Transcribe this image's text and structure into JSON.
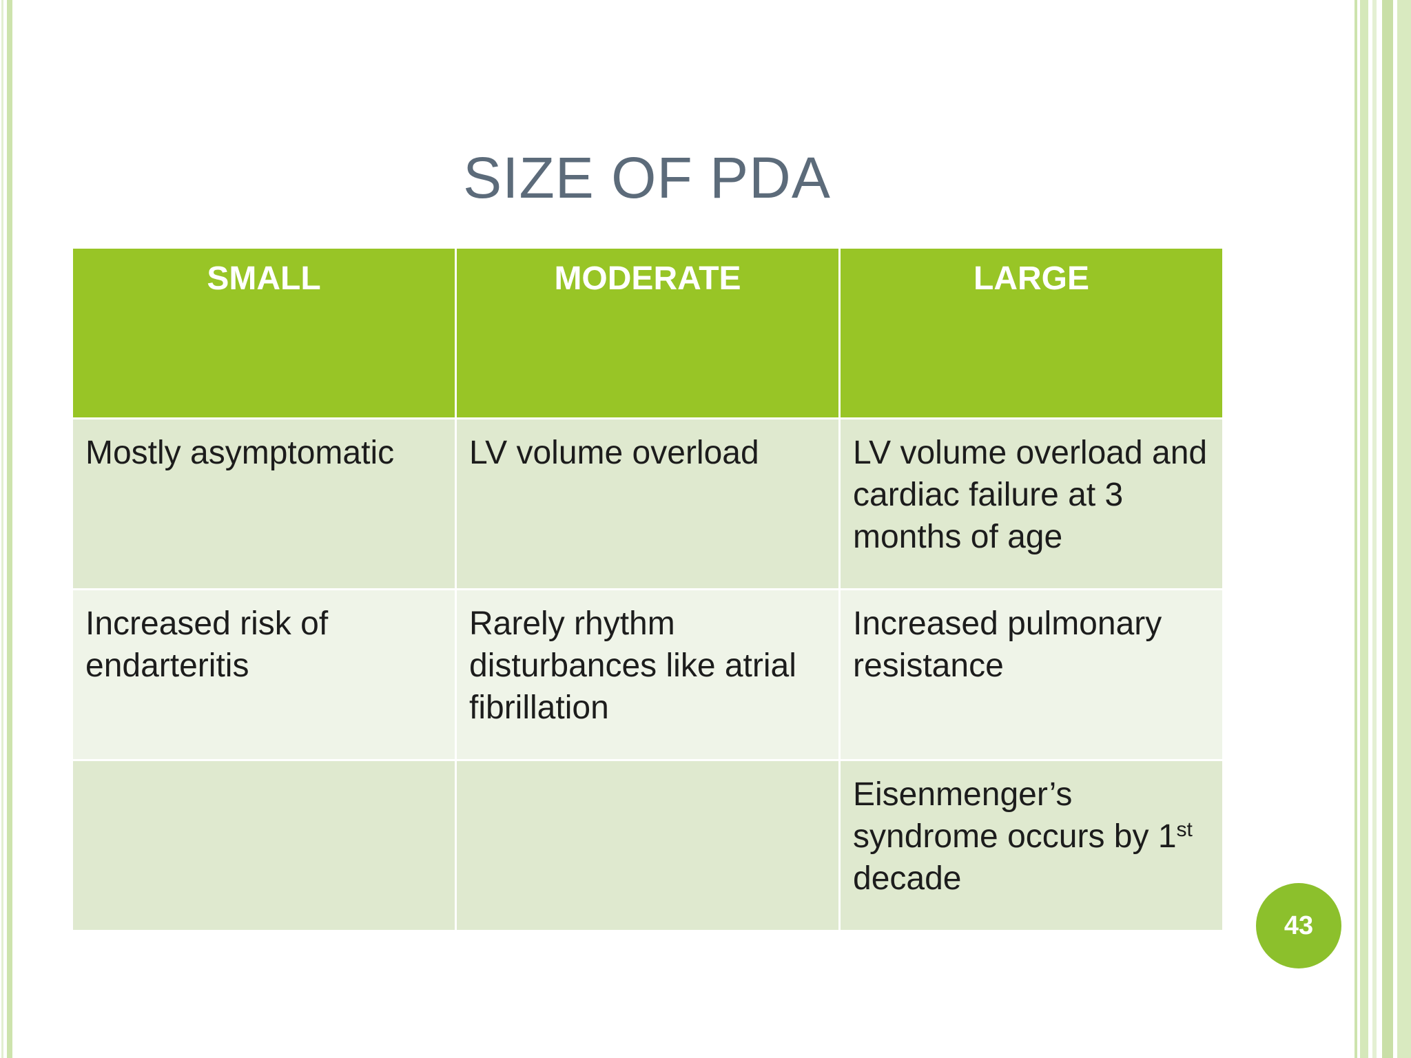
{
  "slide": {
    "title": "SIZE OF PDA",
    "page_number": "43"
  },
  "table": {
    "headers": [
      "SMALL",
      "MODERATE",
      "LARGE"
    ],
    "rows": [
      [
        "Mostly asymptomatic",
        "LV volume overload",
        "LV volume overload and cardiac failure at 3 months of age"
      ],
      [
        "Increased risk of endarteritis",
        "Rarely rhythm disturbances like atrial fibrillation",
        "Increased pulmonary resistance"
      ],
      [
        "",
        "",
        {
          "prefix": "Eisenmenger’s syndrome occurs by 1",
          "superscript": "st",
          "suffix": " decade"
        }
      ]
    ]
  },
  "colors": {
    "header_green": "#98c526",
    "row_dark": "#dfe9cf",
    "row_light": "#eff4e8",
    "title_gray": "#5c6b7a",
    "badge_green": "#8cc02c",
    "border_stripe": "#cde3ad"
  }
}
